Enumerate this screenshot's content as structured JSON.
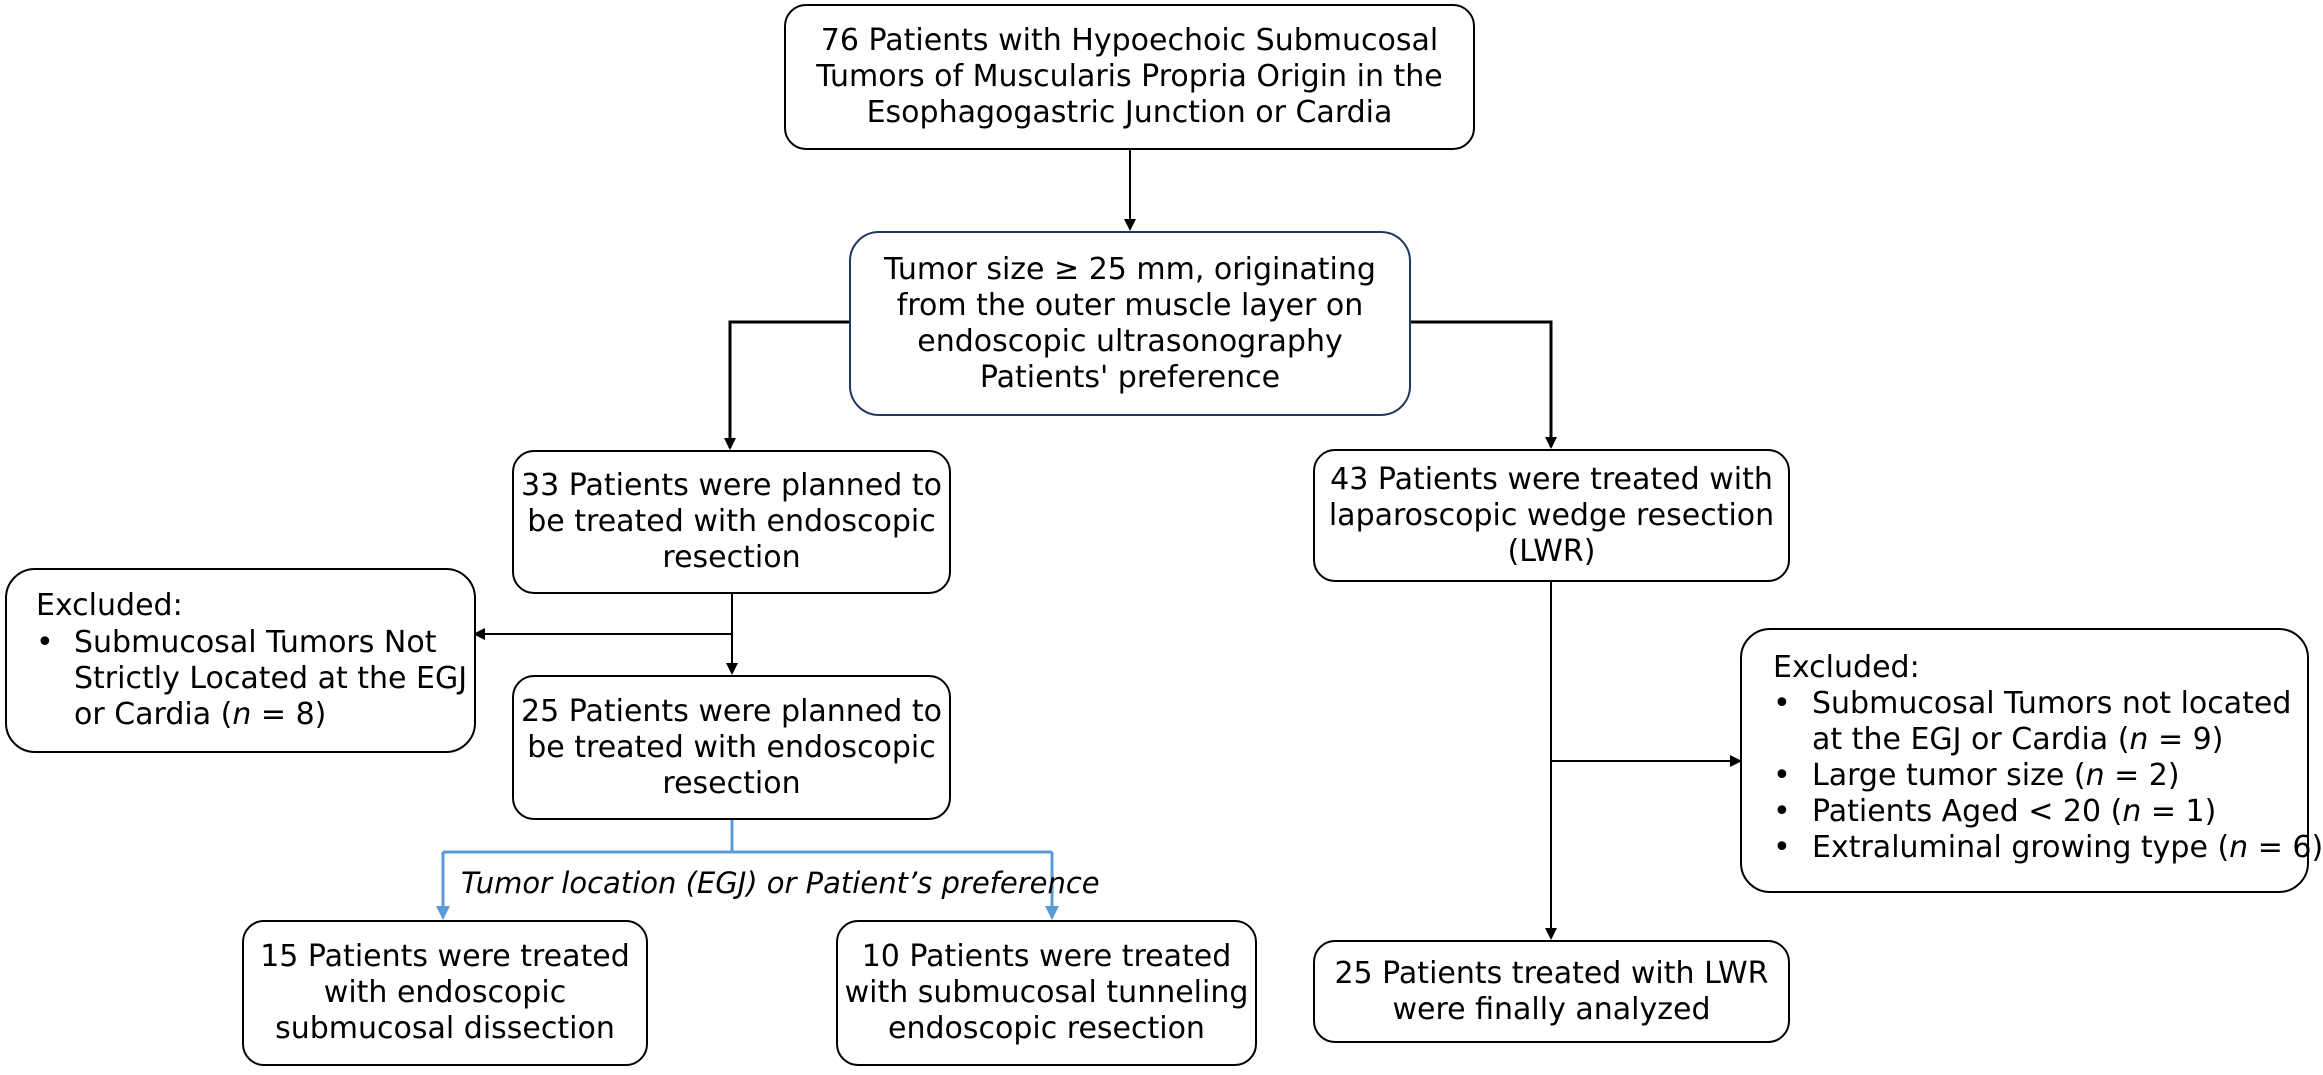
{
  "boxes": {
    "start": "76 Patients with Hypoechoic Submucosal\nTumors of Muscularis Propria Origin in the\nEsophagogastric Junction or Cardia",
    "criteria": "Tumor size ≥  25 mm, originating\nfrom the outer muscle layer on\nendoscopic ultrasonography\nPatients' preference",
    "planned33": "33 Patients were planned to\nbe treated with endoscopic\nresection",
    "lwr43": "43 Patients were treated with\nlaparoscopic wedge resection\n(LWR)",
    "planned25": "25 Patients were planned to\nbe treated with endoscopic\nresection",
    "esd15": "15 Patients were treated\nwith endoscopic\nsubmucosal dissection",
    "ster10": "10 Patients were treated\nwith submucosal tunneling\nendoscopic resection",
    "lwr25": "25 Patients treated with LWR\nwere finally analyzed"
  },
  "exclusion_left": {
    "heading": "Excluded:",
    "bullet": "•",
    "items": [
      {
        "line1": "Submucosal Tumors Not",
        "line2": "Strictly Located at the EGJ",
        "line3_pre": "or Cardia (",
        "n": "n",
        "line3_post": " = 8)"
      }
    ]
  },
  "exclusion_right": {
    "heading": "Excluded:",
    "bullet": "•",
    "items": [
      {
        "pre": "Submucosal Tumors not located",
        "line2_pre": "at the EGJ or Cardia (",
        "n": "n",
        "post": " = 9)"
      },
      {
        "pre": "Large tumor size (",
        "n": "n",
        "post": " = 2)"
      },
      {
        "pre": "Patients Aged < 20 (",
        "n": "n",
        "post": " = 1)"
      },
      {
        "pre": "Extraluminal growing type (",
        "n": "n",
        "post": " = 6)"
      }
    ]
  },
  "split_note": "Tumor location (EGJ) or Patient’s preference",
  "colors": {
    "arrow_black": "#000000",
    "arrow_blue": "#5b9bd5",
    "box_border_blue": "#1f3a5f"
  }
}
